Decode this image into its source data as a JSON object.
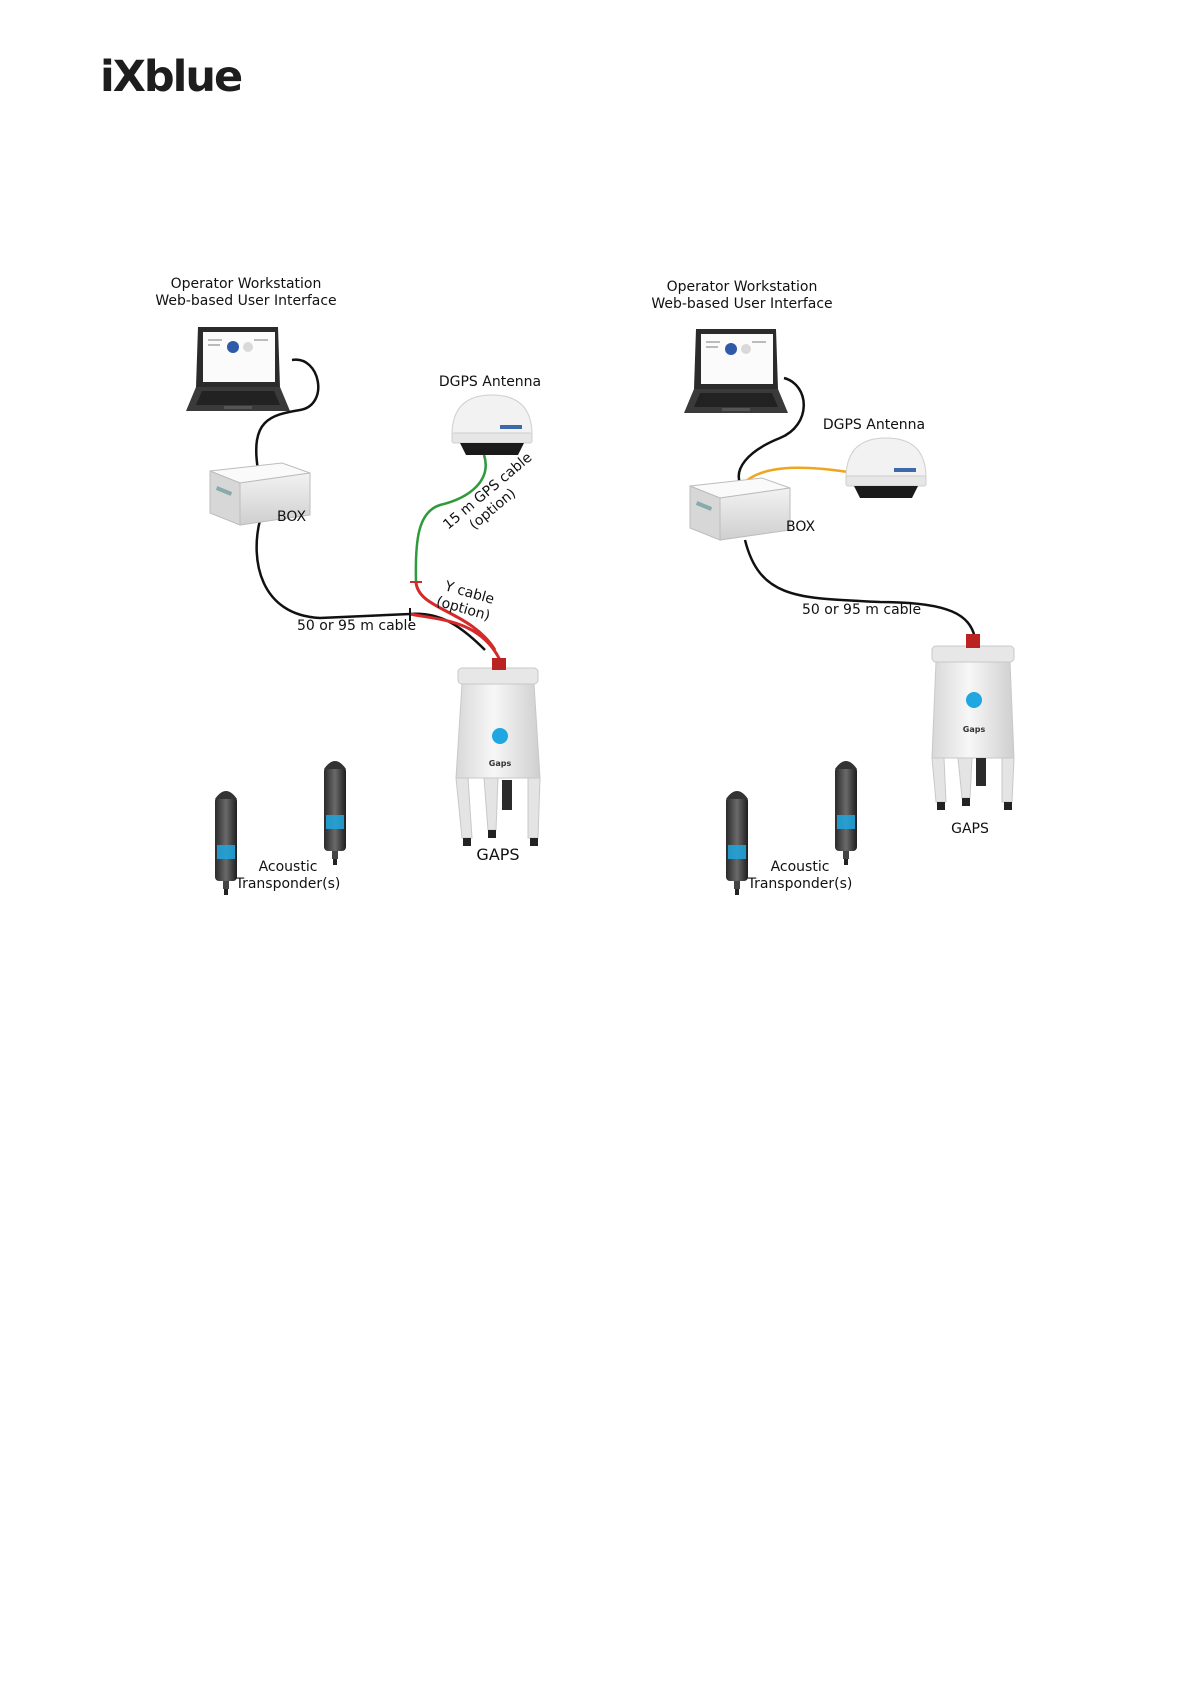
{
  "logo": {
    "text": "iXblue"
  },
  "left": {
    "workstation_line1": "Operator Workstation",
    "workstation_line2": "Web-based User Interface",
    "antenna": "DGPS Antenna",
    "box": "BOX",
    "gps_cable_line1": "15 m GPS cable",
    "gps_cable_line2": "(option)",
    "y_cable_line1": "Y cable",
    "y_cable_line2": "(option)",
    "main_cable": "50 or 95 m cable",
    "gaps": "GAPS",
    "transponder_line1": "Acoustic",
    "transponder_line2": "Transponder(s)"
  },
  "right": {
    "workstation_line1": "Operator Workstation",
    "workstation_line2": "Web-based User Interface",
    "antenna": "DGPS Antenna",
    "box": "BOX",
    "main_cable": "50 or 95 m cable",
    "gaps": "GAPS",
    "transponder_line1": "Acoustic",
    "transponder_line2": "Transponder(s)"
  },
  "device_label": "Gaps",
  "colors": {
    "gps_cable": "#2e9a3a",
    "y_cable": "#d42a2a",
    "antenna_cable": "#f0a51c",
    "accent_blue": "#1ea7e1"
  }
}
